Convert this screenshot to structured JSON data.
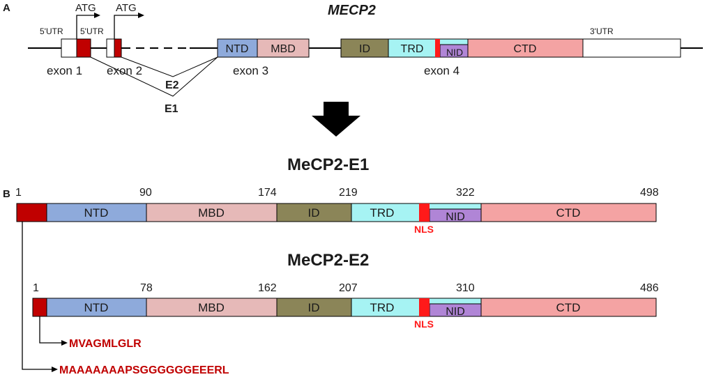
{
  "panel_a": {
    "panel_letter": "A",
    "gene_title": "MECP2",
    "utr5_labels": [
      "5'UTR",
      "5'UTR"
    ],
    "utr3_label": "3'UTR",
    "atg_labels": [
      "ATG",
      "ATG"
    ],
    "exon_labels": [
      "exon 1",
      "exon 2",
      "exon 3",
      "exon 4"
    ],
    "splice_labels": [
      "E2",
      "E1"
    ],
    "domain_labels": [
      "NTD",
      "MBD",
      "ID",
      "TRD",
      "NID",
      "CTD"
    ]
  },
  "panel_b": {
    "panel_letter": "B",
    "isoform_e1": {
      "title": "MeCP2-E1",
      "positions": [
        "1",
        "90",
        "174",
        "219",
        "322",
        "498"
      ],
      "domain_labels": [
        "NTD",
        "MBD",
        "ID",
        "TRD",
        "NID",
        "CTD"
      ],
      "nls_label": "NLS",
      "n_terminal_sequence": "MAAAAAAAPSGGGGGGEEERL"
    },
    "isoform_e2": {
      "title": "MeCP2-E2",
      "positions": [
        "1",
        "78",
        "162",
        "207",
        "310",
        "486"
      ],
      "domain_labels": [
        "NTD",
        "MBD",
        "ID",
        "TRD",
        "NID",
        "CTD"
      ],
      "nls_label": "NLS",
      "n_terminal_sequence": "MVAGMLGLR"
    }
  },
  "colors": {
    "ntd": "#8eaadb",
    "mbd": "#e6b9b8",
    "id": "#8b8558",
    "trd": "#a6f3f3",
    "nid": "#b085d6",
    "ctd": "#f4a3a3",
    "nls": "#ff1a1a",
    "exon1_red": "#c00000",
    "sequence_red": "#c00000"
  }
}
